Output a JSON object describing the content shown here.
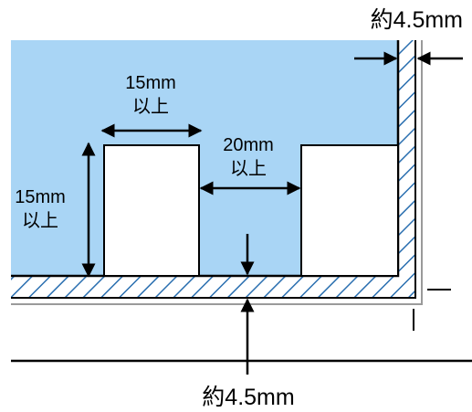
{
  "labels": {
    "top_right_margin": "約4.5mm",
    "bottom_margin": "約4.5mm",
    "width_value": "15mm",
    "width_suffix": "以上",
    "height_value": "15mm",
    "height_suffix": "以上",
    "gap_value": "20mm",
    "gap_suffix": "以上"
  },
  "colors": {
    "scan_area": "#a9d5f5",
    "hatch_line": "#2a6fb0",
    "line": "#000000",
    "paper": "#ffffff"
  }
}
